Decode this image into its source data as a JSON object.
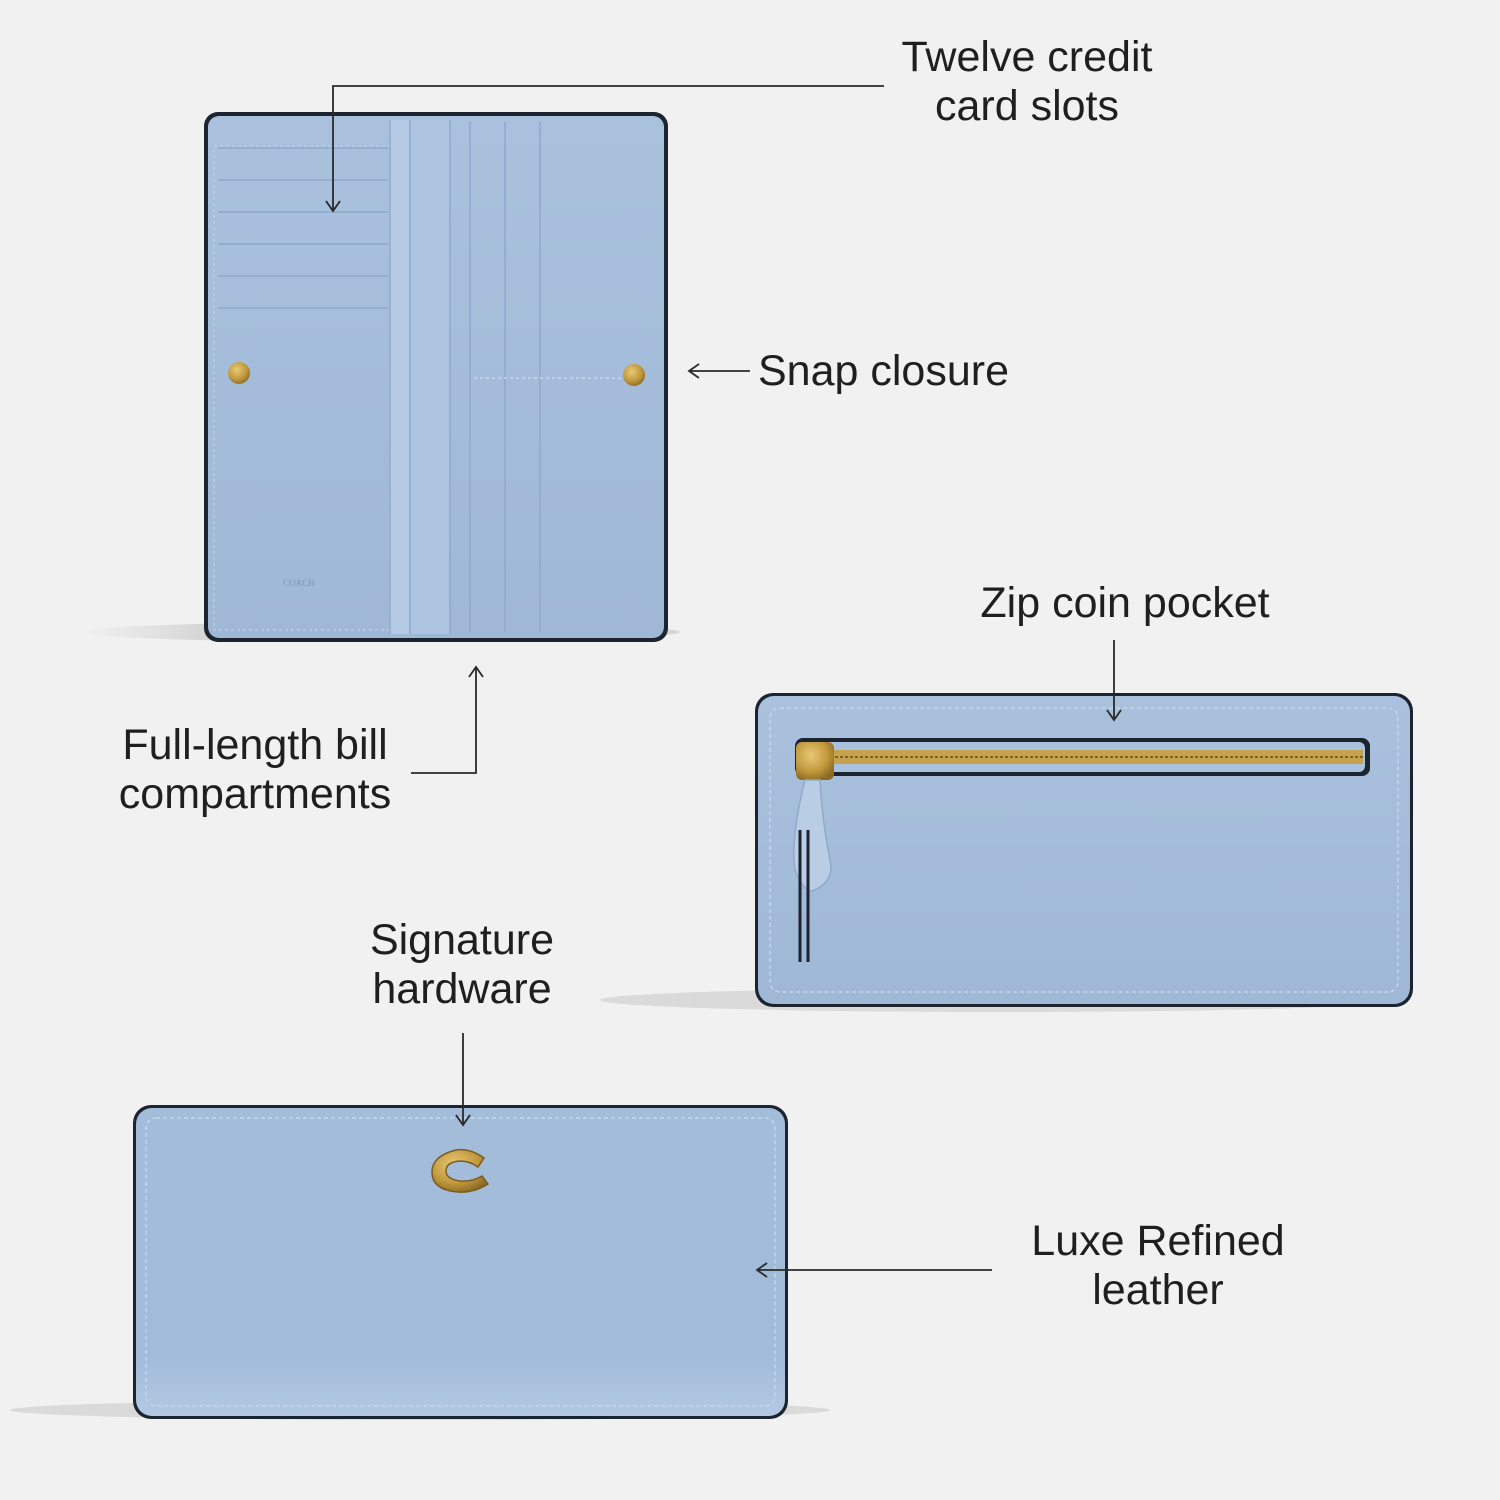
{
  "callouts": {
    "card_slots": [
      "Twelve credit",
      "card slots"
    ],
    "snap": [
      "Snap closure"
    ],
    "zip": [
      "Zip coin pocket"
    ],
    "bill": [
      "Full-length bill",
      "compartments"
    ],
    "hardware": [
      "Signature",
      "hardware"
    ],
    "leather": [
      "Luxe Refined",
      "leather"
    ]
  },
  "logo_text": "COACH",
  "colors": {
    "background": "#f1f1f1",
    "leather": "#a6bfdc",
    "leather_light": "#b7cde6",
    "leather_dark": "#93aed0",
    "edge": "#1c2430",
    "brass": "#c9a24a",
    "text": "#1f1f1f"
  }
}
